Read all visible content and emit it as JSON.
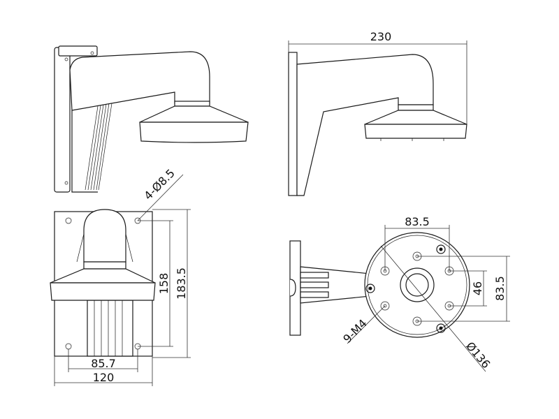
{
  "diagram": {
    "side_view": {
      "width_label": "230"
    },
    "back_view": {
      "hole_label": "4-Ø8.5",
      "hole_vertical_spacing_label": "158",
      "plate_height_label": "183.5",
      "hole_horizontal_spacing_label": "85.7",
      "plate_width_label": "120"
    },
    "bottom_view": {
      "hole_spacing_top_label": "83.5",
      "inner_hole_spacing_label": "46",
      "outer_hole_spacing_label": "83.5",
      "thread_label": "9-M4",
      "diameter_label": "Ø136"
    }
  }
}
